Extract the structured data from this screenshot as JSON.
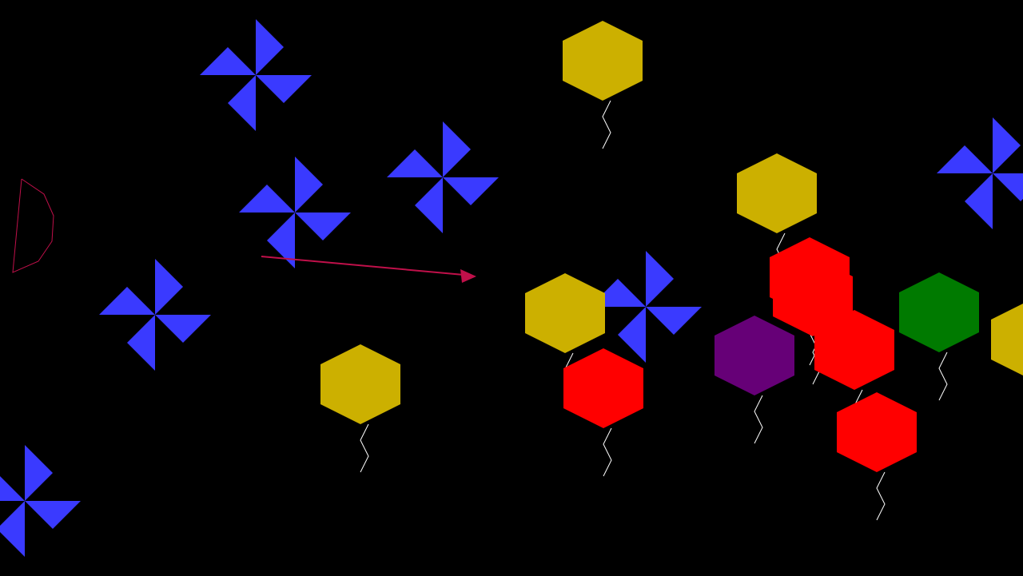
{
  "game": {
    "background_color": "#000000",
    "pinwheel_color": "#3a3aff",
    "balloon_string_color": "#ffffff",
    "aim_arrow_color": "#c0104a",
    "bow_color": "#c0104a"
  },
  "balloons": [
    {
      "id": "balloon-1",
      "color_name": "yellow",
      "color": "#ccb000"
    },
    {
      "id": "balloon-2",
      "color_name": "yellow",
      "color": "#ccb000"
    },
    {
      "id": "balloon-3",
      "color_name": "yellow",
      "color": "#ccb000"
    },
    {
      "id": "balloon-4",
      "color_name": "yellow",
      "color": "#ccb000"
    },
    {
      "id": "balloon-5",
      "color_name": "yellow",
      "color": "#ccb000"
    },
    {
      "id": "balloon-6",
      "color_name": "red",
      "color": "#ff0000"
    },
    {
      "id": "balloon-7",
      "color_name": "red",
      "color": "#ff0000"
    },
    {
      "id": "balloon-8",
      "color_name": "red",
      "color": "#ff0000"
    },
    {
      "id": "balloon-9",
      "color_name": "red",
      "color": "#ff0000"
    },
    {
      "id": "balloon-10",
      "color_name": "red",
      "color": "#ff0000"
    },
    {
      "id": "balloon-11",
      "color_name": "purple",
      "color": "#660077"
    },
    {
      "id": "balloon-12",
      "color_name": "green",
      "color": "#007a00"
    }
  ],
  "pinwheels": [
    {
      "id": "pinwheel-1"
    },
    {
      "id": "pinwheel-2"
    },
    {
      "id": "pinwheel-3"
    },
    {
      "id": "pinwheel-4"
    },
    {
      "id": "pinwheel-5"
    },
    {
      "id": "pinwheel-6"
    },
    {
      "id": "pinwheel-7"
    }
  ]
}
